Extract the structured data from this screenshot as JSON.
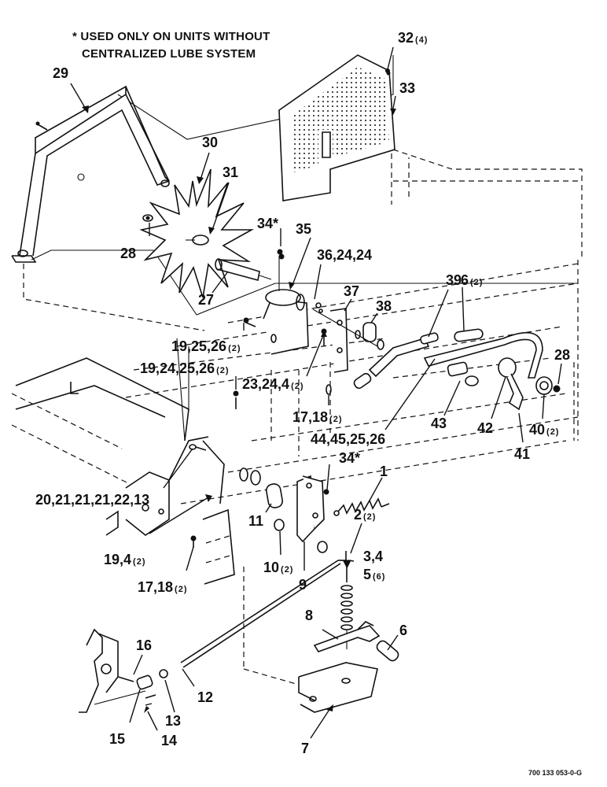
{
  "note": {
    "line1": "* USED ONLY ON UNITS WITHOUT",
    "line2": "CENTRALIZED LUBE SYSTEM"
  },
  "document_number": "700 133 053-0-G",
  "callouts": [
    {
      "id": "c32",
      "num": "32",
      "qty": "(4)"
    },
    {
      "id": "c33",
      "num": "33",
      "qty": ""
    },
    {
      "id": "c29",
      "num": "29",
      "qty": ""
    },
    {
      "id": "c30",
      "num": "30",
      "qty": ""
    },
    {
      "id": "c31",
      "num": "31",
      "qty": ""
    },
    {
      "id": "c28a",
      "num": "28",
      "qty": ""
    },
    {
      "id": "c27",
      "num": "27",
      "qty": ""
    },
    {
      "id": "c34a",
      "num": "34*",
      "qty": ""
    },
    {
      "id": "c35",
      "num": "35",
      "qty": ""
    },
    {
      "id": "c36",
      "num": "36,24,24",
      "qty": ""
    },
    {
      "id": "c37",
      "num": "37",
      "qty": ""
    },
    {
      "id": "c38",
      "num": "38",
      "qty": ""
    },
    {
      "id": "c39",
      "num": "39",
      "qty": ""
    },
    {
      "id": "c6a",
      "num": "6",
      "qty": "(2)"
    },
    {
      "id": "c28b",
      "num": "28",
      "qty": ""
    },
    {
      "id": "c19a",
      "num": "19,25,26",
      "qty": "(2)"
    },
    {
      "id": "c19b",
      "num": "19,24,25,26",
      "qty": "(2)"
    },
    {
      "id": "c23",
      "num": "23,24,4",
      "qty": "(2)"
    },
    {
      "id": "c17a",
      "num": "17,18",
      "qty": "(2)"
    },
    {
      "id": "c43",
      "num": "43",
      "qty": ""
    },
    {
      "id": "c42",
      "num": "42",
      "qty": ""
    },
    {
      "id": "c40",
      "num": "40",
      "qty": "(2)"
    },
    {
      "id": "c41",
      "num": "41",
      "qty": ""
    },
    {
      "id": "c44",
      "num": "44,45,25,26",
      "qty": ""
    },
    {
      "id": "c34b",
      "num": "34*",
      "qty": ""
    },
    {
      "id": "c1",
      "num": "1",
      "qty": ""
    },
    {
      "id": "c20",
      "num": "20,21,21,21,22,13",
      "qty": ""
    },
    {
      "id": "c11",
      "num": "11",
      "qty": ""
    },
    {
      "id": "c2",
      "num": "2",
      "qty": "(2)"
    },
    {
      "id": "c3",
      "num": "3,4",
      "qty": ""
    },
    {
      "id": "c5",
      "num": "5",
      "qty": "(6)"
    },
    {
      "id": "c19c",
      "num": "19,4",
      "qty": "(2)"
    },
    {
      "id": "c10",
      "num": "10",
      "qty": "(2)"
    },
    {
      "id": "c9",
      "num": "9",
      "qty": ""
    },
    {
      "id": "c17b",
      "num": "17,18",
      "qty": "(2)"
    },
    {
      "id": "c8",
      "num": "8",
      "qty": ""
    },
    {
      "id": "c6b",
      "num": "6",
      "qty": ""
    },
    {
      "id": "c16",
      "num": "16",
      "qty": ""
    },
    {
      "id": "c12",
      "num": "12",
      "qty": ""
    },
    {
      "id": "c15",
      "num": "15",
      "qty": ""
    },
    {
      "id": "c13",
      "num": "13",
      "qty": ""
    },
    {
      "id": "c14",
      "num": "14",
      "qty": ""
    },
    {
      "id": "c7",
      "num": "7",
      "qty": ""
    }
  ]
}
